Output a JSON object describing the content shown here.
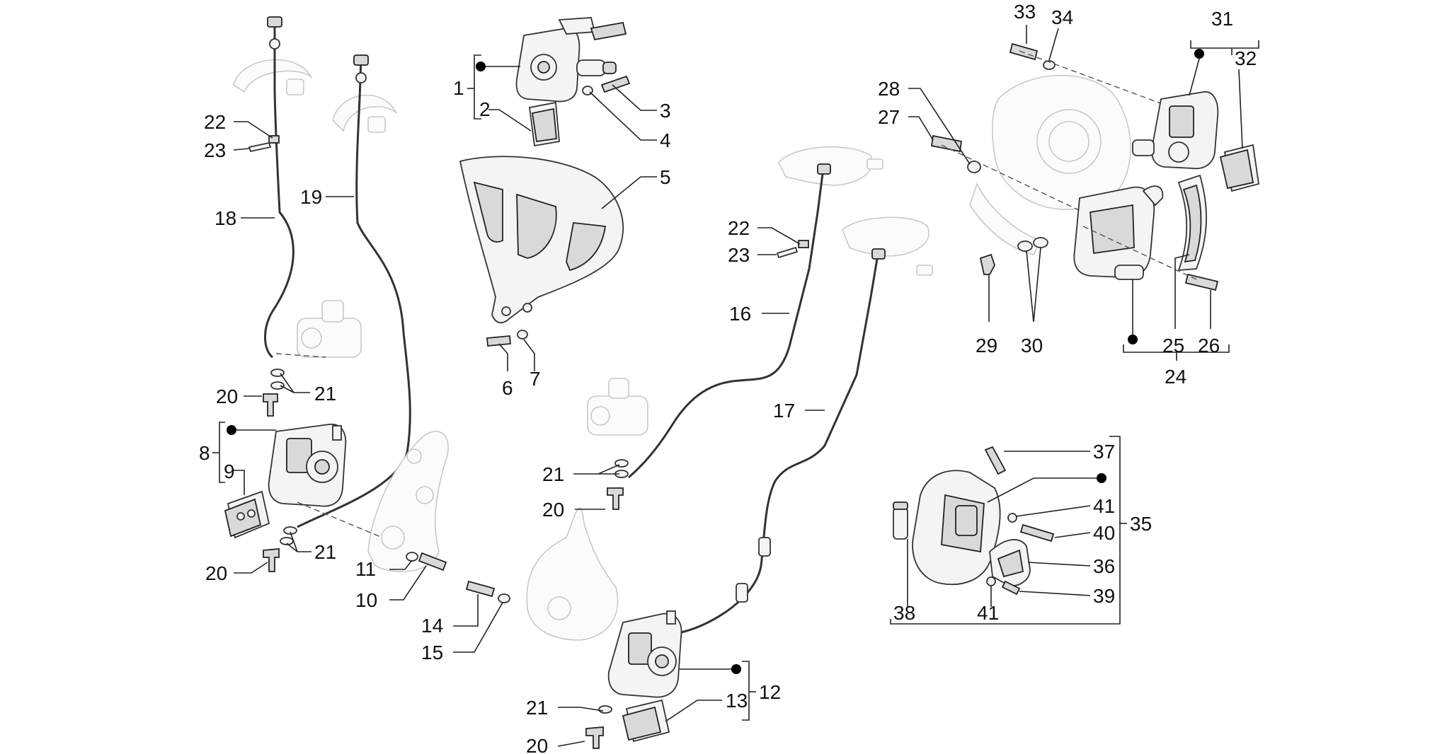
{
  "labels": {
    "p1": "1",
    "p2": "2",
    "p3": "3",
    "p4": "4",
    "p5": "5",
    "p6": "6",
    "p7": "7",
    "p8": "8",
    "p9": "9",
    "p10": "10",
    "p11": "11",
    "p12": "12",
    "p13": "13",
    "p14": "14",
    "p15": "15",
    "p16": "16",
    "p17": "17",
    "p18": "18",
    "p19": "19",
    "p20": "20",
    "p21": "21",
    "p22": "22",
    "p23": "23",
    "p24": "24",
    "p25": "25",
    "p26": "26",
    "p27": "27",
    "p28": "28",
    "p29": "29",
    "p30": "30",
    "p31": "31",
    "p32": "32",
    "p33": "33",
    "p34": "34",
    "p35": "35",
    "p36": "36",
    "p37": "37",
    "p38": "38",
    "p39": "39",
    "p40": "40",
    "p41": "41"
  }
}
